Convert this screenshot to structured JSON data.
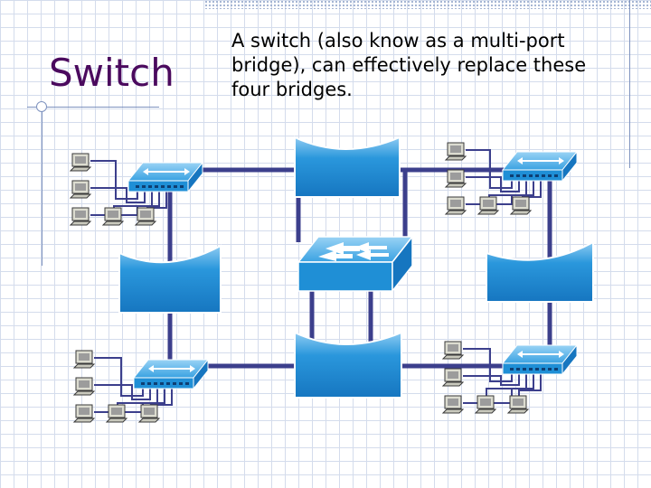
{
  "slide": {
    "title": "Switch",
    "body": "A switch (also know as a multi-port bridge), can effectively replace these four bridges."
  },
  "diagram": {
    "link_color": "#3c3f8c",
    "device_color": "#1f8fd6",
    "device_top_color": "#8ecbf2",
    "host_color": "#9c9c9c",
    "hubs": [
      {
        "name": "hub-top-left"
      },
      {
        "name": "hub-top-right"
      },
      {
        "name": "hub-bottom-left"
      },
      {
        "name": "hub-bottom-right"
      }
    ],
    "bridges": [
      {
        "name": "bridge-top"
      },
      {
        "name": "bridge-left"
      },
      {
        "name": "bridge-right"
      },
      {
        "name": "bridge-bottom"
      }
    ],
    "central_switch": {
      "name": "central-switch"
    }
  }
}
